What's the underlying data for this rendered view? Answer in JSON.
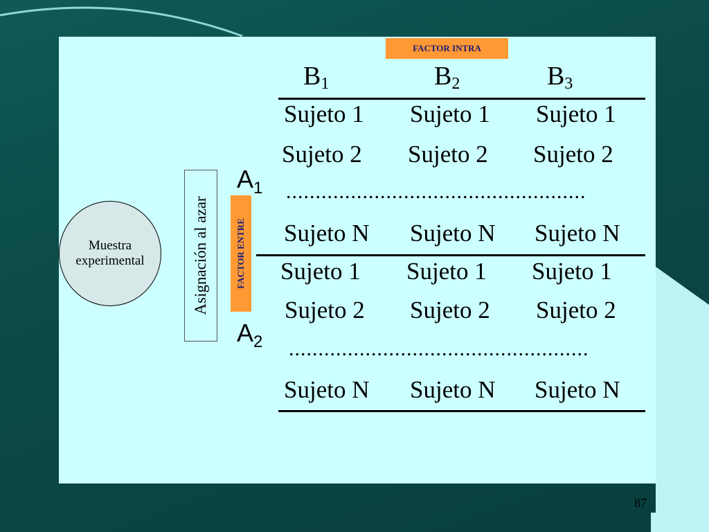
{
  "factor_intra": "FACTOR INTRA",
  "factor_entre": "FACTOR ENTRE",
  "columns": [
    {
      "label": "B",
      "sub": "1"
    },
    {
      "label": "B",
      "sub": "2"
    },
    {
      "label": "B",
      "sub": "3"
    }
  ],
  "groups": [
    {
      "label": "A",
      "sub": "1"
    },
    {
      "label": "A",
      "sub": "2"
    }
  ],
  "sample": {
    "line1": "Muestra",
    "line2": "experimental"
  },
  "assignment": "Asignación al azar",
  "rows": {
    "s1": "Sujeto 1",
    "s2": "Sujeto 2",
    "sn": "Sujeto N",
    "dots": "..................................................."
  },
  "page_number": "87"
}
